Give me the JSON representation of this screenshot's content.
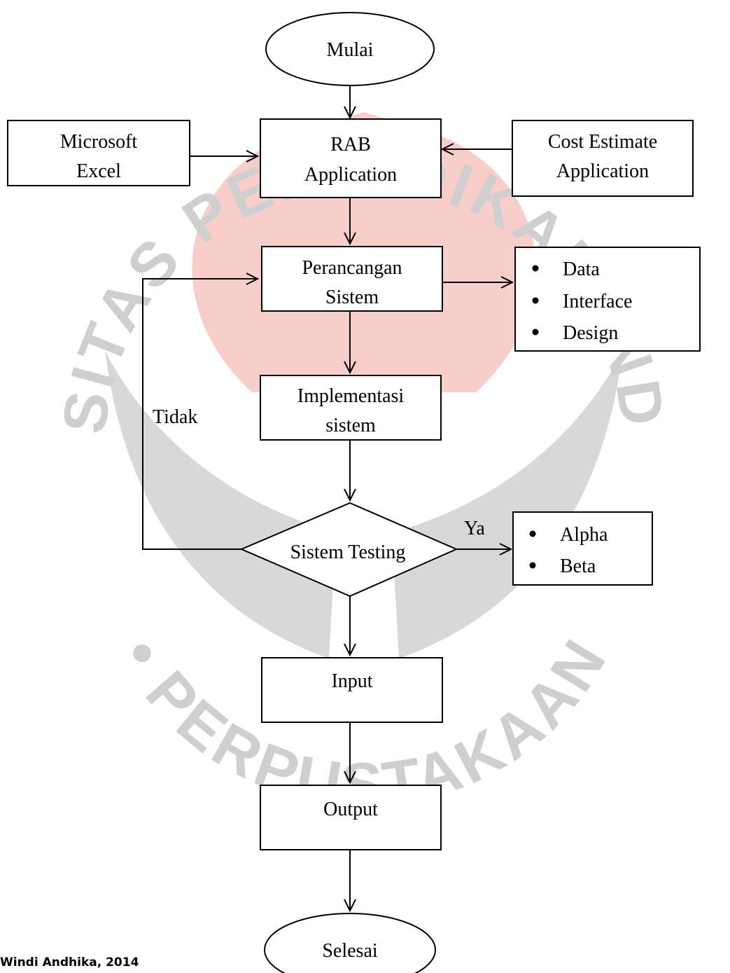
{
  "watermark": {
    "text": "UNIVERSITAS PENDIDIKAN INDONESIA • PERPUSTAKAAN",
    "top_arc": "UNIVERSITAS PENDIDIKAN INDONESIA",
    "bottom_arc": "• PERPUSTAKAAN",
    "colors": {
      "red": "#f7c6c2",
      "gray": "#d4d4d4",
      "text": "#cfcfcf"
    }
  },
  "nodes": {
    "start": "Mulai",
    "excel": [
      "Microsoft",
      "Excel"
    ],
    "rab": [
      "RAB",
      "Application"
    ],
    "cost": [
      "Cost Estimate",
      "Application"
    ],
    "perancangan": [
      "Perancangan",
      "Sistem"
    ],
    "design_list": [
      "Data",
      "Interface",
      "Design"
    ],
    "implementasi": [
      "Implementasi",
      "sistem"
    ],
    "testing": "Sistem Testing",
    "testing_list": [
      "Alpha",
      "Beta"
    ],
    "input": "Input",
    "output": "Output",
    "end": "Selesai"
  },
  "edges": {
    "no_label": "Tidak",
    "yes_label": "Ya"
  },
  "footer": "Windi Andhika, 2014"
}
